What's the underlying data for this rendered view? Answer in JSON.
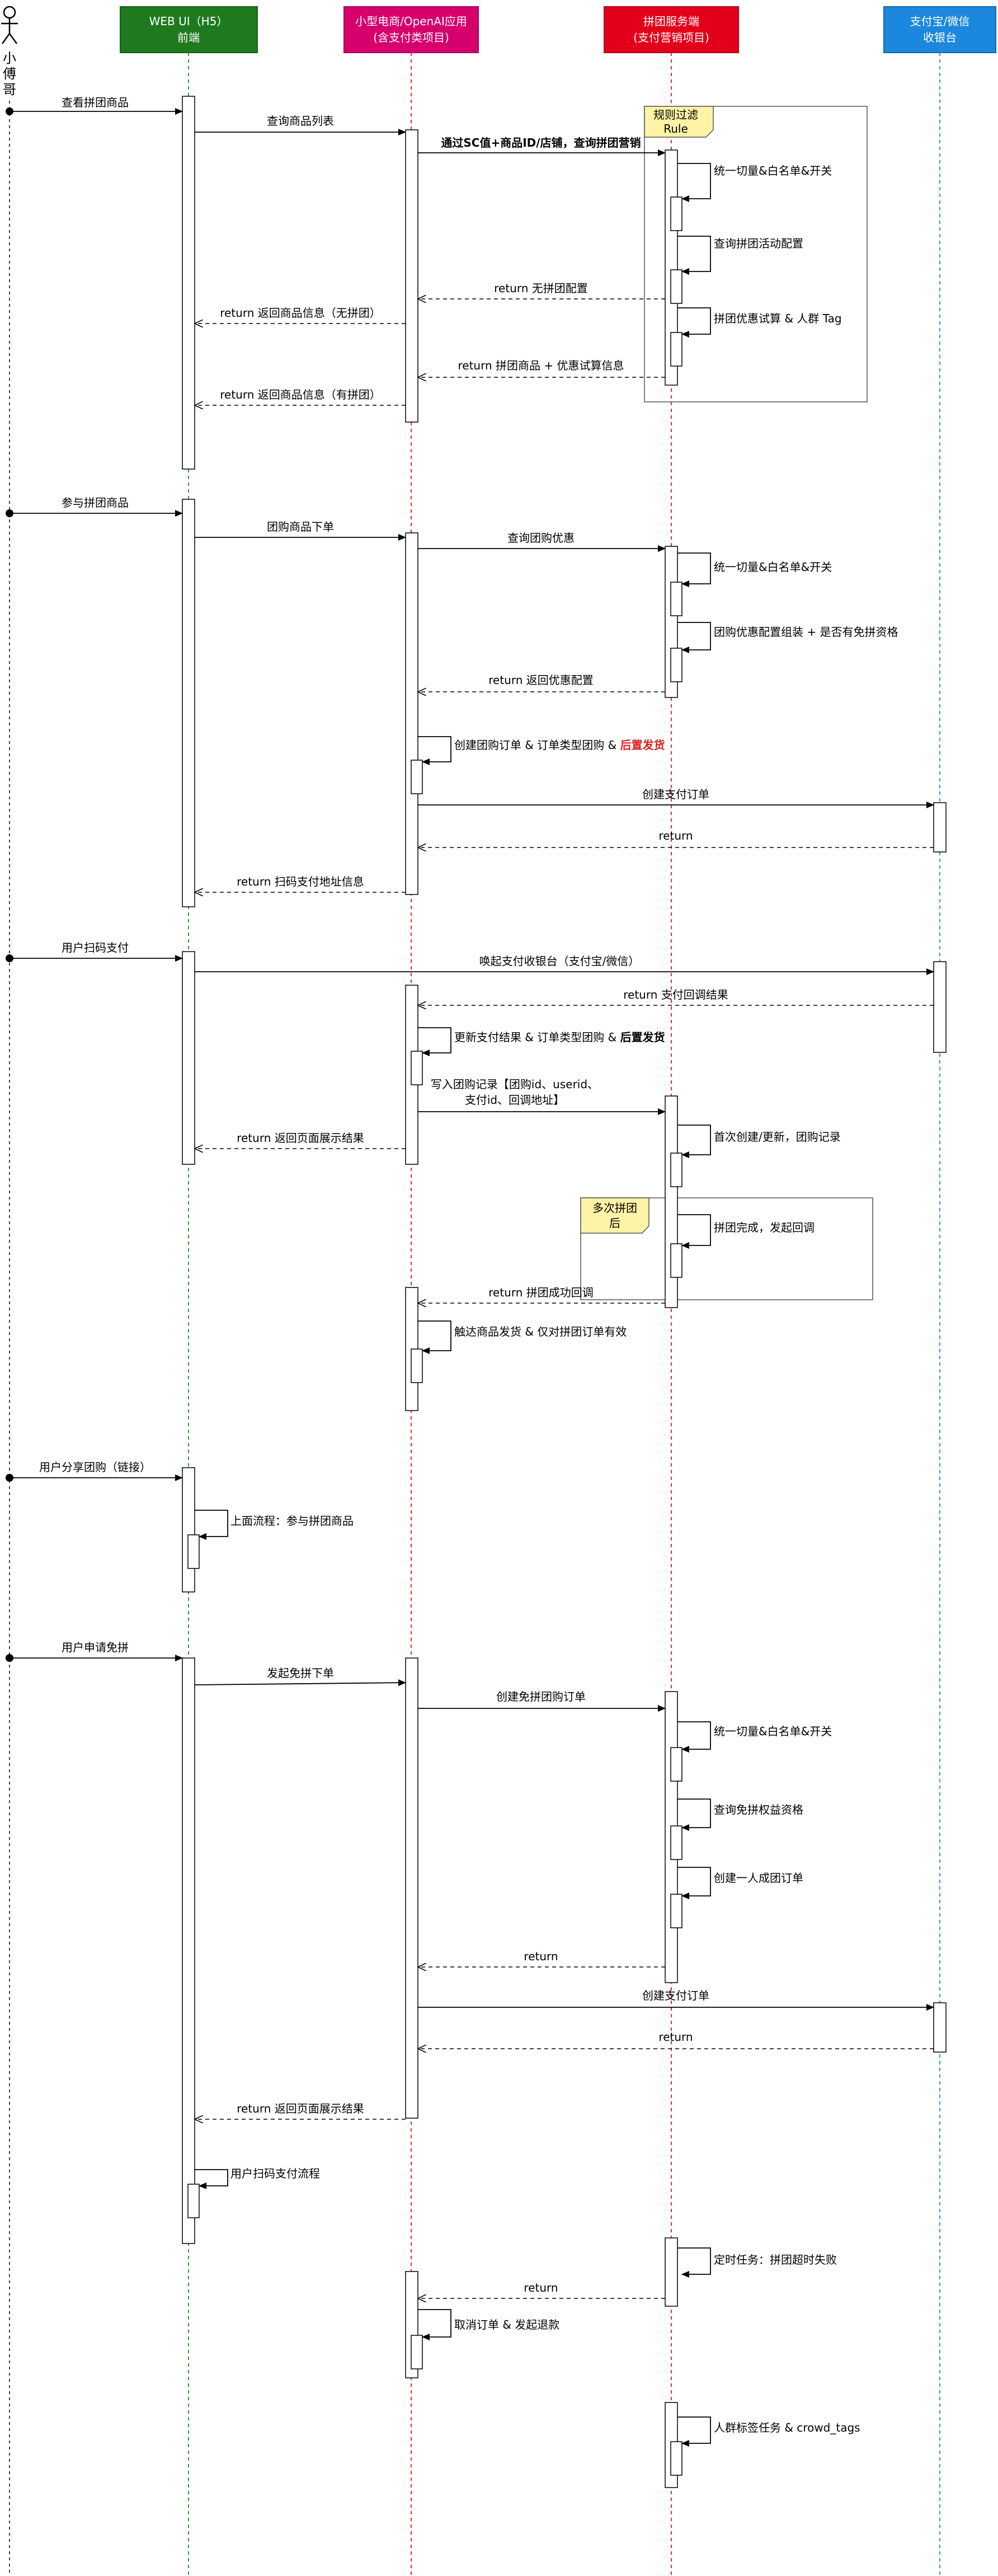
{
  "colors": {
    "web_ui": "#1f7a1f",
    "app": "#d6006c",
    "service": "#e3001b",
    "pay": "#1b88dd",
    "lifeline_green": "#2a9d2a",
    "lifeline_red": "#e32e2e",
    "lifeline_blue": "#2e8fe3",
    "highlight_red": "#e02020"
  },
  "actor": {
    "label": [
      "小",
      "傅",
      "哥"
    ],
    "icon": "stick-figure-icon"
  },
  "participants": [
    {
      "id": "web",
      "line1": "WEB UI（H5）",
      "line2": "前端"
    },
    {
      "id": "app",
      "line1": "小型电商/OpenAI应用",
      "line2": "(含支付类项目)"
    },
    {
      "id": "svc",
      "line1": "拼团服务端",
      "line2": "(支付营销项目)"
    },
    {
      "id": "pay",
      "line1": "支付宝/微信",
      "line2": "收银台"
    }
  ],
  "frames": {
    "rule": "规则过滤\nRule",
    "multi": "多次拼团\n后"
  },
  "messages": {
    "m1": "查看拼团商品",
    "m2": "查询商品列表",
    "m3": "通过SC值+商品ID/店铺，查询拼团营销",
    "m4": "统一切量&白名单&开关",
    "m5": "查询拼团活动配置",
    "m6": "return 无拼团配置",
    "m7": "return 返回商品信息（无拼团）",
    "m8": "拼团优惠试算 & 人群 Tag",
    "m9": "return 拼团商品 + 优惠试算信息",
    "m10": "return 返回商品信息（有拼团）",
    "m11": "参与拼团商品",
    "m12": "团购商品下单",
    "m13": "查询团购优惠",
    "m14": "统一切量&白名单&开关",
    "m15": "团购优惠配置组装 + 是否有免拼资格",
    "m16": "return 返回优惠配置",
    "m17a": "创建团购订单 & 订单类型团购 & ",
    "m17b": "后置发货",
    "m18": "创建支付订单",
    "m19": "return",
    "m20": "return 扫码支付地址信息",
    "m21": "用户扫码支付",
    "m22": "唤起支付收银台（支付宝/微信）",
    "m23": "return 支付回调结果",
    "m24a": "更新支付结果 & 订单类型团购 & ",
    "m24b": "后置发货",
    "m25a": "写入团购记录【团购id、userid、",
    "m25b": "支付id、回调地址】",
    "m26": "return 返回页面展示结果",
    "m27": "首次创建/更新，团购记录",
    "m28": "拼团完成，发起回调",
    "m29": "return 拼团成功回调",
    "m30": "触达商品发货 & 仅对拼团订单有效",
    "m31": "用户分享团购（链接）",
    "m32": "上面流程：参与拼团商品",
    "m33": "用户申请免拼",
    "m34": "发起免拼下单",
    "m35": "创建免拼团购订单",
    "m36": "统一切量&白名单&开关",
    "m37": "查询免拼权益资格",
    "m38": "创建一人成团订单",
    "m39": "return",
    "m40": "创建支付订单",
    "m41": "return",
    "m42": "return 返回页面展示结果",
    "m43": "用户扫码支付流程",
    "m44": "定时任务：拼团超时失败",
    "m45": "return",
    "m46": "取消订单 & 发起退款",
    "m47": "人群标签任务 & crowd_tags"
  }
}
